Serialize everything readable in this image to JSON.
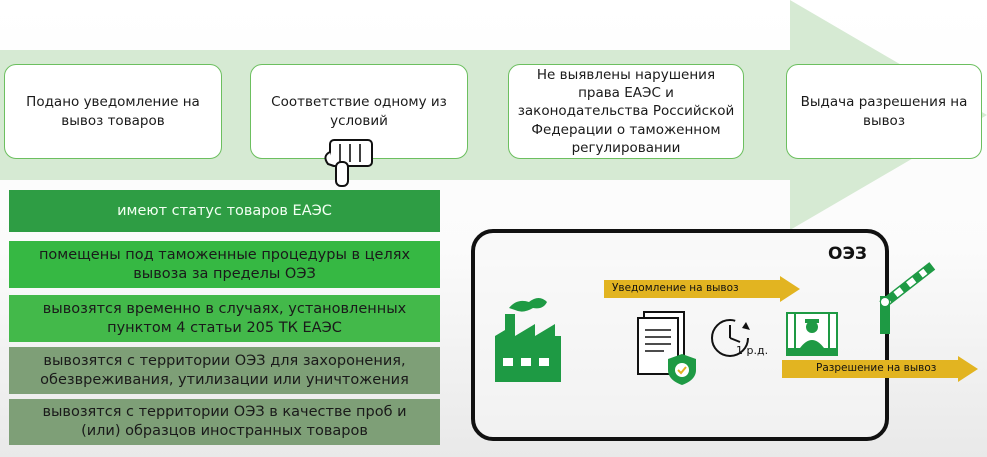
{
  "flow": {
    "steps": [
      "Подано уведомление на\nвывоз товаров",
      "Соответствие одному из\nусловий",
      "Не выявлены нарушения\nправа ЕАЭС и\nзаконодательства Российской\nФедерации о таможенном\nрегулировании",
      "Выдача разрешения на\nвывоз"
    ]
  },
  "conditions": [
    "имеют статус товаров ЕАЭС",
    "помещены под таможенные процедуры в целях\nвывоза за пределы ОЭЗ",
    "вывозятся временно в случаях, установленных\nпунктом 4 статьи 205 ТК ЕАЭС",
    "вывозятся с территории ОЭЗ для захоронения,\nобезвреживания, утилизации или уничтожения",
    "вывозятся с территории ОЭЗ в качестве проб и\n(или) образцов иностранных товаров"
  ],
  "oez": {
    "title": "ОЭЗ",
    "notice_label": "Уведомление на вывоз",
    "permit_label": "Разрешение на вывоз",
    "time_label": "1 р.д."
  },
  "colors": {
    "arrow": "#d6ead3",
    "step_border": "#6cbf5f",
    "condition_dark": "#2e9d44",
    "condition_bright": "#36b843",
    "condition_muted": "#7e9f77",
    "yellow": "#e2b421",
    "green_icon": "#1e9a44"
  },
  "icons": {
    "pointer": "pointing-hand-icon",
    "factory": "factory-icon",
    "document": "document-shield-icon",
    "clock": "clock-icon",
    "officer": "customs-officer-icon",
    "barrier": "barrier-gate-icon"
  }
}
